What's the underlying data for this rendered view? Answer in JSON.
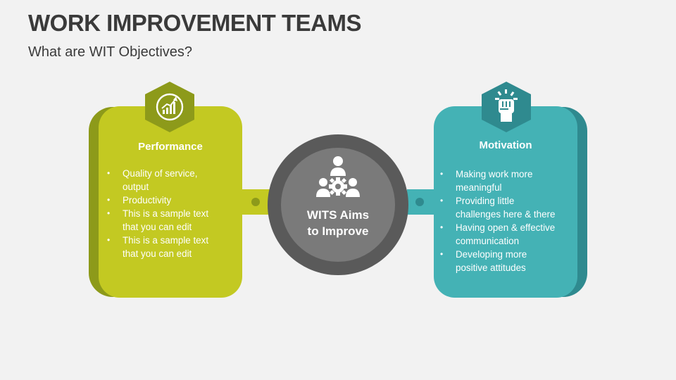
{
  "header": {
    "title": "WORK IMPROVEMENT TEAMS",
    "subtitle": "What are WIT Objectives?"
  },
  "center": {
    "line1": "WITS Aims",
    "line2": "to Improve",
    "icon": "team-gear-icon"
  },
  "left_card": {
    "title": "Performance",
    "icon": "growth-chart-icon",
    "items": [
      {
        "l1": "Quality of service,",
        "l2": "output"
      },
      {
        "l1": "Productivity",
        "l2": ""
      },
      {
        "l1": "This is a sample text",
        "l2": "that you can edit"
      },
      {
        "l1": "This is a sample text",
        "l2": "that you can edit"
      }
    ]
  },
  "right_card": {
    "title": "Motivation",
    "icon": "raised-fist-icon",
    "items": [
      {
        "l1": "Making work more",
        "l2": "meaningful"
      },
      {
        "l1": "Providing little",
        "l2": "challenges here & there"
      },
      {
        "l1": "Having open & effective",
        "l2": "communication"
      },
      {
        "l1": "Developing more",
        "l2": "positive attitudes"
      }
    ]
  },
  "colors": {
    "green": "#c3c922",
    "green_dark": "#8d9a1a",
    "teal": "#44b2b5",
    "teal_dark": "#2f8a8f",
    "gray_dark": "#5a5a5a",
    "gray_light": "#7a7a7a"
  }
}
